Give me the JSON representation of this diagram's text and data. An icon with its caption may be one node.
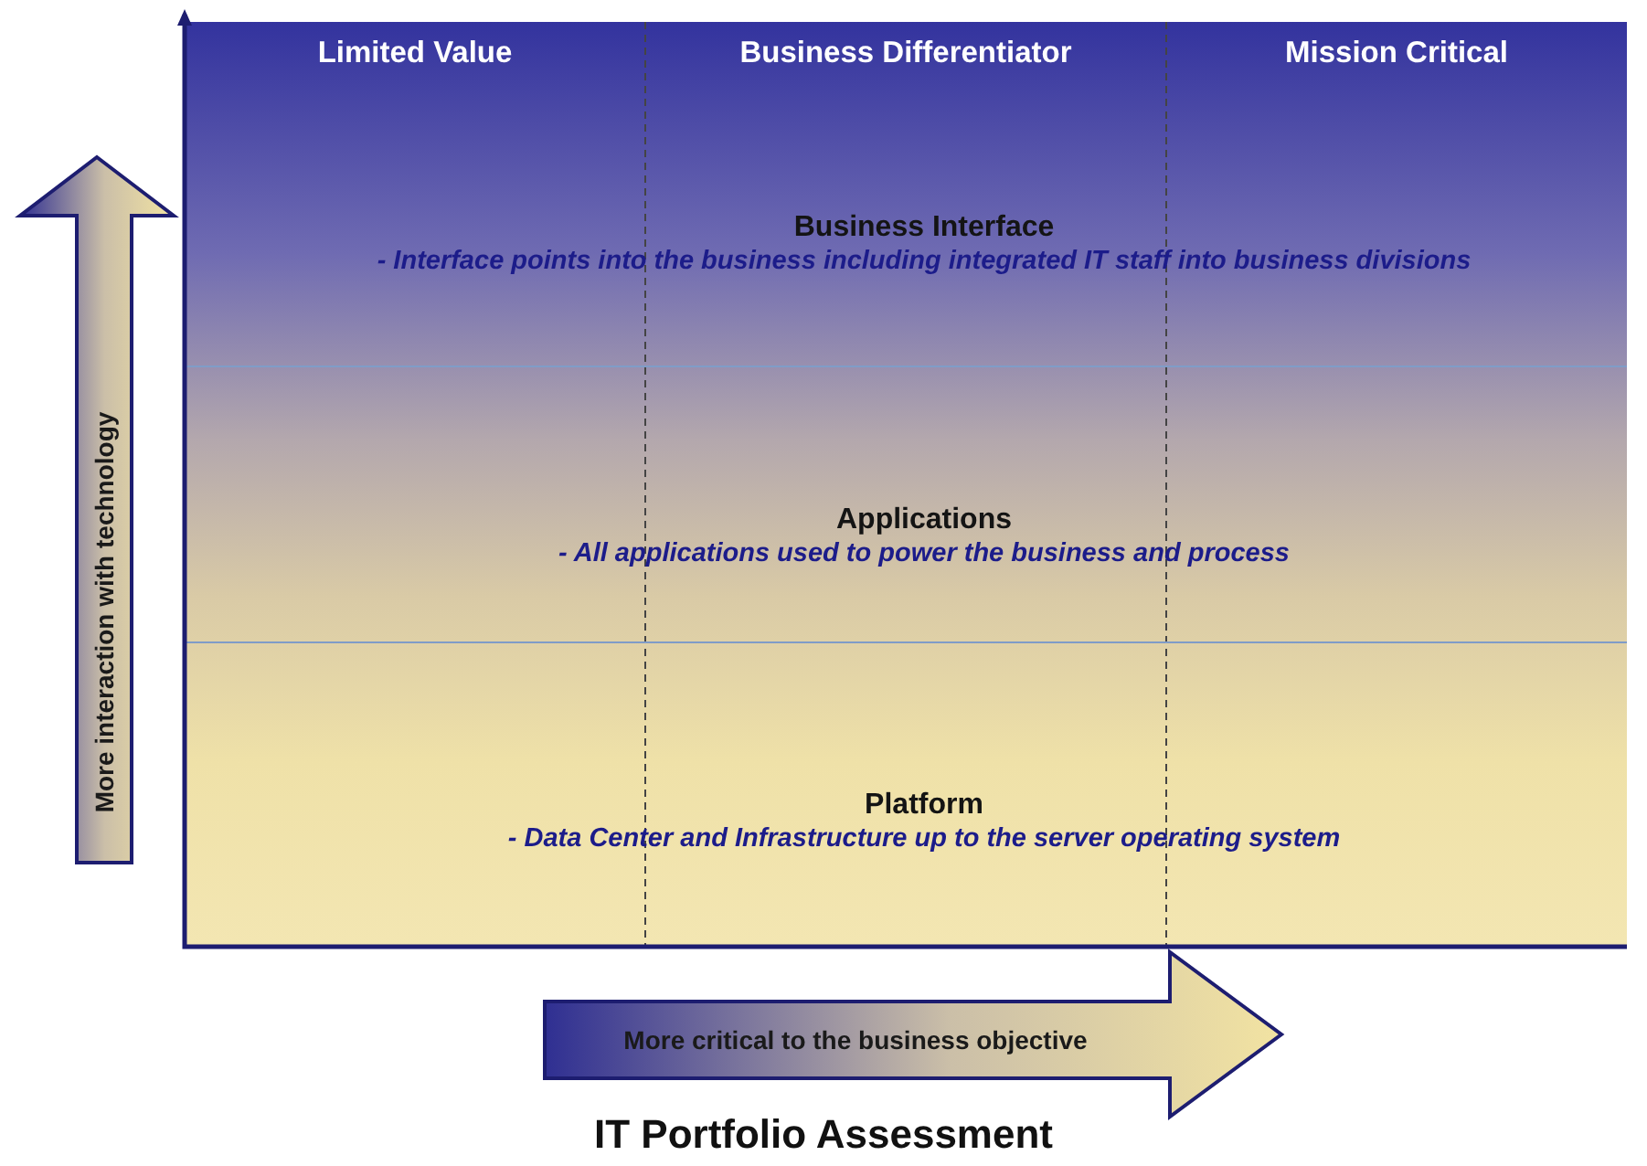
{
  "diagram": {
    "title": "IT Portfolio Assessment",
    "nodes": [
      {
        "text": [
          "Business Interface",
          "- Interface points into the business including integrated IT staff into business divisions"
        ]
      },
      {
        "text": [
          "Applications",
          "- All applications used to power the business and process"
        ]
      },
      {
        "text": [
          "Platform",
          "- Data Center and Infrastructure up to the server operating system"
        ]
      },
      {
        "text": [
          "More interaction with technology"
        ]
      },
      {
        "text": [
          "More critical to the business objective"
        ]
      }
    ],
    "labels": [
      "Limited Value",
      "Business Differentiator",
      "Mission Critical"
    ]
  }
}
